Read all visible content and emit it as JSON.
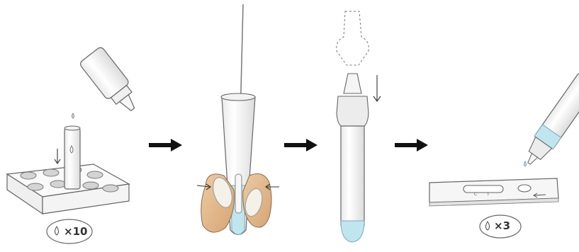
{
  "steps": [
    {
      "name": "add-drops-to-tube"
    },
    {
      "name": "squeeze-swab-in-tube"
    },
    {
      "name": "cap-tube-with-dropper"
    },
    {
      "name": "dispense-drops-on-cassette"
    }
  ],
  "badges": {
    "step1_count": "×10",
    "step4_count": "×3"
  },
  "cassette": {
    "mark_c": "C",
    "mark_t": "T"
  },
  "colors": {
    "liquid": "#bfe6ef",
    "finger": "#e2b98d",
    "outline": "#555555",
    "arrow": "#111111"
  },
  "icons": [
    "drop-icon",
    "down-arrow-icon",
    "right-arrow-icon",
    "squeeze-arrow-icon"
  ]
}
